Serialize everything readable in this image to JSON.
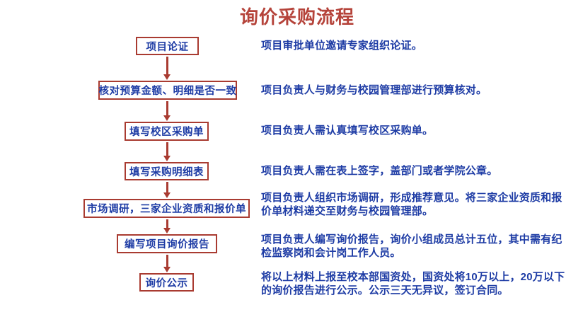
{
  "title": "询价采购流程",
  "colors": {
    "title_red": "#B5433A",
    "line_red": "#A93B31",
    "text_blue": "#1E3CA5",
    "background": "#FFFFFF"
  },
  "flow": {
    "steps": [
      {
        "label": "项目论证",
        "description": "项目审批单位邀请专家组织论证。"
      },
      {
        "label": "核对预算金额、明细是否一致",
        "description": "项目负责人与财务与校园管理部进行预算核对。"
      },
      {
        "label": "填写校区采购单",
        "description": "项目负责人需认真填写校区采购单。"
      },
      {
        "label": "填写采购明细表",
        "description": "项目负责人需在表上签字，盖部门或者学院公章。"
      },
      {
        "label": "市场调研，三家企业资质和报价单",
        "description": "项目负责人组织市场调研，形成推荐意见。将三家企业资质和报价单材料递交至财务与校园管理部。"
      },
      {
        "label": "编写项目询价报告",
        "description": "项目负责人编写询价报告，询价小组成员总计五位，其中需有纪检监察岗和会计岗工作人员。"
      },
      {
        "label": "询价公示",
        "description": "将以上材料上报至校本部国资处，国资处将10万以上，20万以下的询价报告进行公示。公示三天无异议，签订合同。"
      }
    ]
  }
}
